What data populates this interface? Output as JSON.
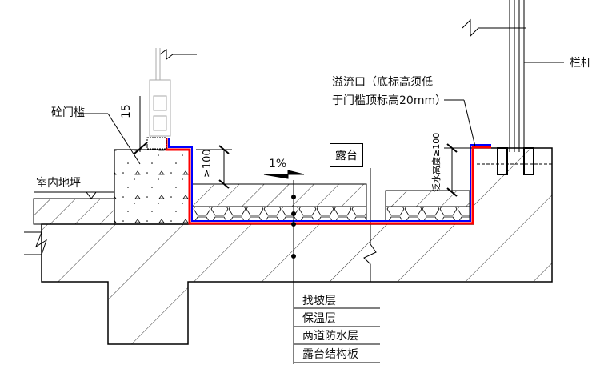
{
  "labels": {
    "door_sill": "砼门槛",
    "indoor_floor": "室内地坪",
    "dim_15": "15",
    "dim_100_left": "≥100",
    "slope": "1%",
    "terrace": "露台",
    "overflow_line1": "溢流口（底标高须低",
    "overflow_line2": "于门槛顶标高20mm）",
    "railing": "栏杆",
    "flashing_height": "泛水高度≥100"
  },
  "layer_legend": [
    "找坡层",
    "保温层",
    "两道防水层",
    "露台结构板"
  ],
  "colors": {
    "waterproof_outer": "#ff0000",
    "waterproof_inner": "#0000ff",
    "line": "#000000"
  }
}
